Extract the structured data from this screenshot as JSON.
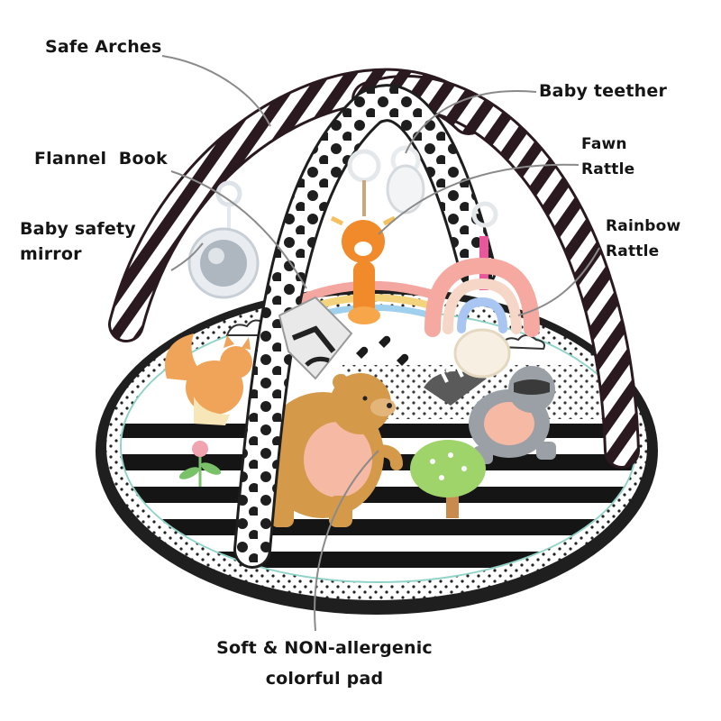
{
  "labels": {
    "safe_arches": "Safe Arches",
    "baby_teether": "Baby teether",
    "flannel_book": "Flannel  Book",
    "fawn_rattle": [
      "Fawn",
      "Rattle"
    ],
    "baby_safety_mirror": [
      "Baby safety",
      "mirror"
    ],
    "rainbow_rattle": [
      "Rainbow",
      "Rattle"
    ],
    "pad": [
      "Soft & NON-allergenic",
      "colorful pad"
    ]
  },
  "colors": {
    "arch_dark": "#2a1a20",
    "arch_light": "#ffffff",
    "mat_rim": "#1f1f1f",
    "pad_accent": "#8fd3c7",
    "bear": "#d49a4a",
    "bear_belly": "#f6b9a4",
    "fox": "#f0a45a",
    "fawn": "#f08a2a",
    "raccoon": "#9aa0a6",
    "tree": "#9fd46a",
    "rainbow_outer": "#f6a9a0",
    "rainbow_inner": "#a9c6f2",
    "callout_line": "#8a8a8a"
  },
  "icons": [
    "mirror-icon",
    "teether-icon",
    "fawn-rattle-icon",
    "rainbow-rattle-icon",
    "flannel-book-icon"
  ]
}
